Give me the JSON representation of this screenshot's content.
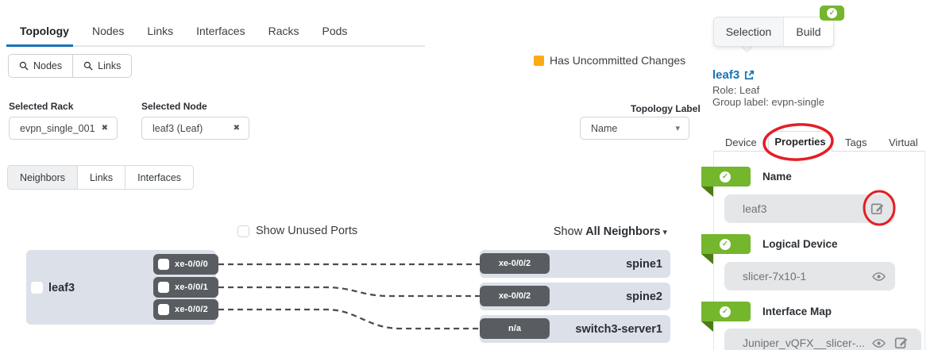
{
  "colors": {
    "accent_blue": "#1673b3",
    "uncommitted_orange": "#fbab18",
    "success_green": "#74b62c",
    "annotation_red": "#e41e25",
    "node_fill": "#dce0e9",
    "port_fill": "#595d61"
  },
  "icons": {
    "remove": "✖",
    "caret_down": "▾",
    "check": "✓"
  },
  "main_tabs": {
    "items": [
      "Topology",
      "Nodes",
      "Links",
      "Interfaces",
      "Racks",
      "Pods"
    ],
    "active": "Topology"
  },
  "quick_search": {
    "nodes_label": "Nodes",
    "links_label": "Links"
  },
  "uncommitted_label": "Has Uncommitted Changes",
  "selected_rack": {
    "label": "Selected Rack",
    "value": "evpn_single_001"
  },
  "selected_node": {
    "label": "Selected Node",
    "value": "leaf3 (Leaf)"
  },
  "topology_label": {
    "label": "Topology Label",
    "value": "Name"
  },
  "view_tabs": {
    "items": [
      "Neighbors",
      "Links",
      "Interfaces"
    ],
    "active": "Neighbors"
  },
  "diagram": {
    "show_unused_ports_label": "Show Unused Ports",
    "show_unused_checked": false,
    "show_neighbors": {
      "prefix": "Show ",
      "value": "All Neighbors"
    },
    "node": {
      "name": "leaf3",
      "ports": [
        "xe-0/0/0",
        "xe-0/0/1",
        "xe-0/0/2"
      ]
    },
    "neighbors": [
      {
        "port": "xe-0/0/2",
        "name": "spine1"
      },
      {
        "port": "xe-0/0/2",
        "name": "spine2"
      },
      {
        "port": "n/a",
        "name": "switch3-server1"
      }
    ]
  },
  "panel": {
    "tabs": {
      "items": [
        "Selection",
        "Build"
      ],
      "active": "Selection"
    },
    "title": "leaf3",
    "role": "Role: Leaf",
    "group_label": "Group label: evpn-single",
    "detail_tabs": {
      "items": [
        "Device",
        "Properties",
        "Tags",
        "Virtual"
      ],
      "active": "Properties"
    },
    "properties": [
      {
        "label": "Name",
        "value": "leaf3"
      },
      {
        "label": "Logical Device",
        "value": "slicer-7x10-1"
      },
      {
        "label": "Interface Map",
        "value": "Juniper_vQFX__slicer-..."
      }
    ]
  }
}
